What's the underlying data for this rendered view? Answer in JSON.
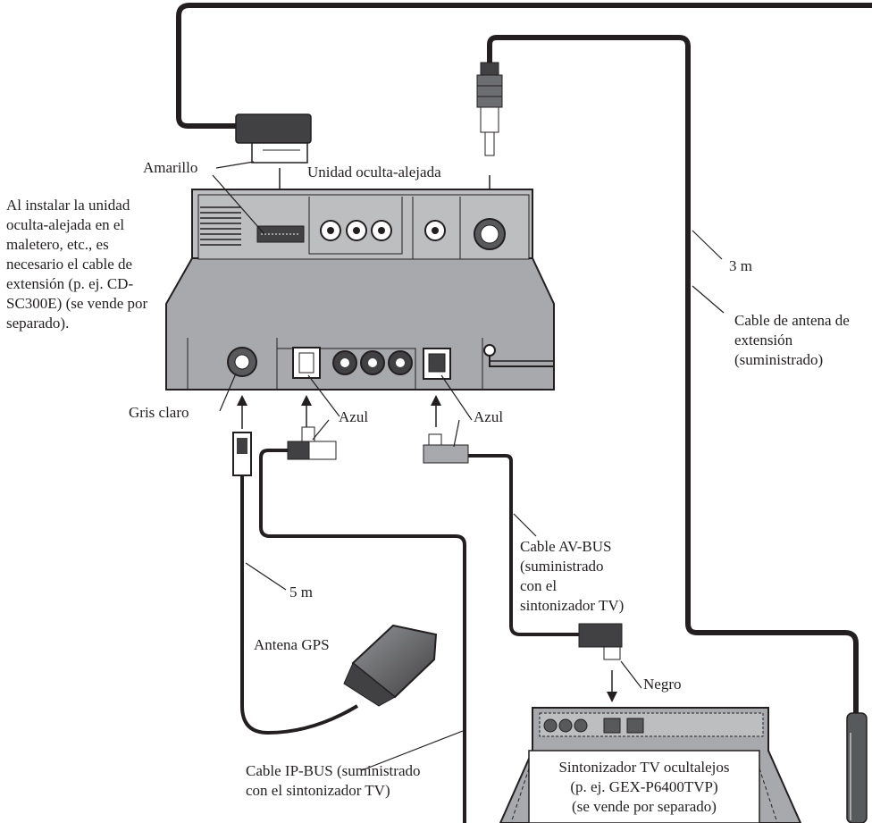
{
  "labels": {
    "amarillo": "Amarillo",
    "unidad_oculta": "Unidad oculta-alejada",
    "note": "Al instalar la unidad oculta-alejada en el maletero, etc., es necesario el cable de extensión (p. ej. CD-SC300E) (se vende por separado).",
    "gris_claro": "Gris claro",
    "azul_left": "Azul",
    "azul_right": "Azul",
    "len_3m": "3 m",
    "antenna_cable": "Cable de antena de extensión (suministrado)",
    "len_5m": "5 m",
    "av_bus": "Cable AV-BUS (suministrado con el sintonizador TV)",
    "antena_gps": "Antena GPS",
    "negro": "Negro",
    "ip_bus": "Cable IP-BUS (suministrado con el sintonizador TV)",
    "tuner_line1": "Sintonizador TV ocultalejos",
    "tuner_line2": "(p. ej. GEX-P6400TVP)",
    "tuner_line3": "(se vende por separado)"
  },
  "colors": {
    "line": "#231f20",
    "unit_top": "#bcbec0",
    "unit_front": "#a7a9ac",
    "unit_dark": "#808285",
    "connector": "#58595b"
  }
}
